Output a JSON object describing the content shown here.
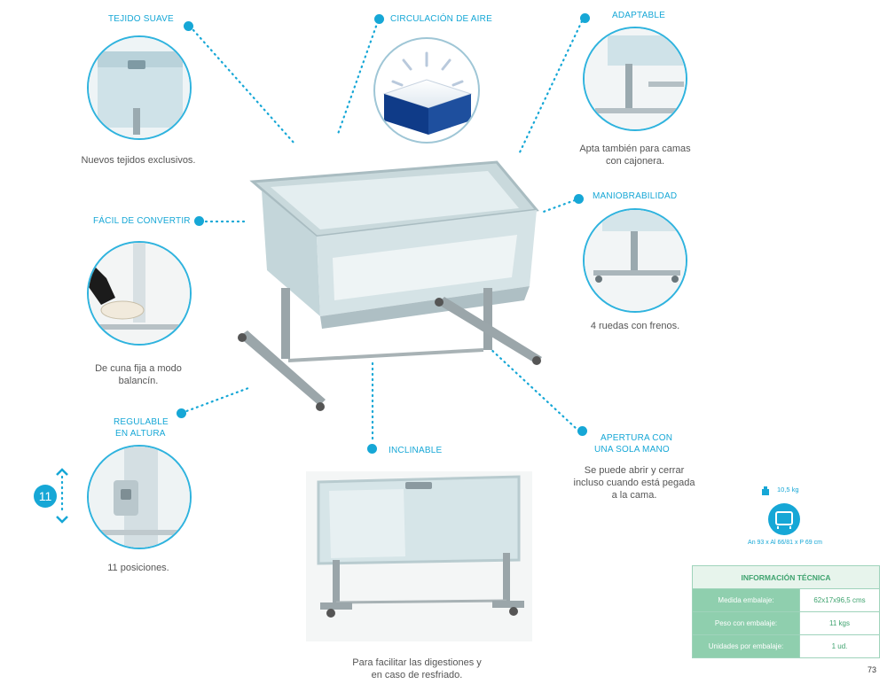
{
  "features": {
    "soft_fabric": {
      "label": "TEJIDO SUAVE",
      "caption": "Nuevos tejidos exclusivos."
    },
    "air": {
      "label": "CIRCULACIÓN DE AIRE"
    },
    "adaptable": {
      "label": "ADAPTABLE",
      "caption_1": "Apta también para camas",
      "caption_2": "con cajonera."
    },
    "convert": {
      "label": "FÁCIL DE CONVERTIR",
      "caption_1": "De cuna fija a modo",
      "caption_2": "balancín."
    },
    "maneuver": {
      "label": "MANIOBRABILIDAD",
      "caption": "4 ruedas con frenos."
    },
    "height": {
      "label_1": "REGULABLE",
      "label_2": "EN ALTURA",
      "caption": "11 posiciones.",
      "badge": "11"
    },
    "tilt": {
      "label": "INCLINABLE",
      "caption_1": "Para facilitar las digestiones y",
      "caption_2": "en caso de resfriado."
    },
    "one_hand": {
      "label_1": "APERTURA CON",
      "label_2": "UNA SOLA MANO",
      "caption_1": "Se puede abrir y cerrar",
      "caption_2": "incluso cuando está pegada",
      "caption_3": "a la cama."
    }
  },
  "product": {
    "weight": "10,5 kg",
    "dimensions": "An 93 x Al 66/81 x P 69 cm"
  },
  "tech_table": {
    "title": "INFORMACIÓN TÉCNICA",
    "rows": [
      {
        "key": "Medida embalaje:",
        "value": "62x17x96,5 cms"
      },
      {
        "key": "Peso con embalaje:",
        "value": "11 kgs"
      },
      {
        "key": "Unidades por embalaje:",
        "value": "1 ud."
      }
    ]
  },
  "page_number": "73",
  "colors": {
    "accent": "#16a7d6",
    "table_green": "#8fcfae",
    "table_text": "#3fa36f"
  }
}
